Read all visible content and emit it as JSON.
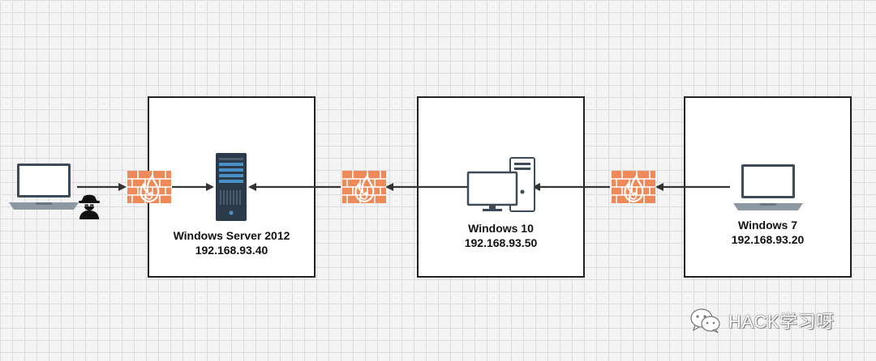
{
  "nodes": {
    "server": {
      "name": "Windows Server 2012",
      "ip": "192.168.93.40"
    },
    "win10": {
      "name": "Windows 10",
      "ip": "192.168.93.50"
    },
    "win7": {
      "name": "Windows 7",
      "ip": "192.168.93.20"
    }
  },
  "watermark": {
    "text": "HACK学习呀"
  },
  "colors": {
    "firewall": "#ee8a5a",
    "mortar": "#ffffff",
    "arrow": "#333333",
    "server": "#2b3a48",
    "server_slot": "#4a90c8"
  },
  "icons": {
    "attacker_laptop": "laptop-icon",
    "attacker": "hacker-icon",
    "firewall": "firewall-icon",
    "server": "server-icon",
    "desktop": "desktop-pc-icon",
    "target_laptop": "laptop-icon"
  }
}
